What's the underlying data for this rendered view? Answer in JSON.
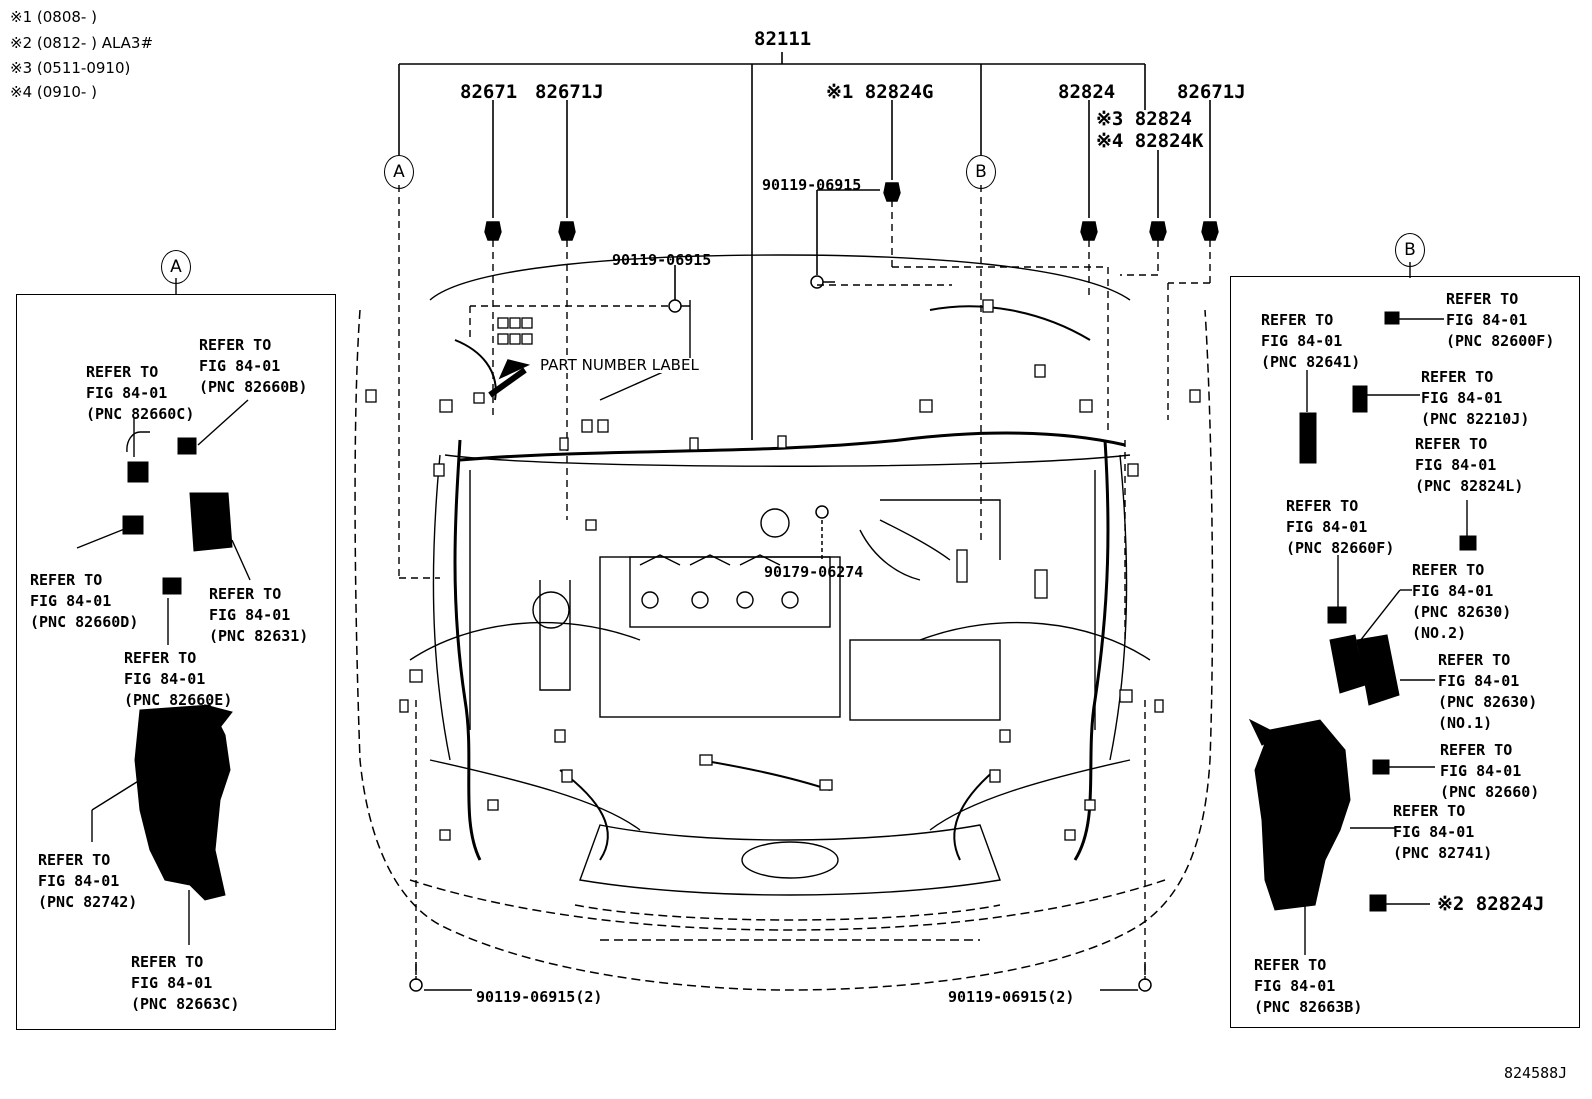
{
  "notes": [
    {
      "text": "※1 (0808-        )"
    },
    {
      "text": "※2 (0812-        ) ALA3#"
    },
    {
      "text": "※3 (0511-0910)"
    },
    {
      "text": "※4 (0910-        )"
    }
  ],
  "parts": {
    "main": "82111",
    "p1": "82671",
    "p2": "82671J",
    "p3": "※1 82824G",
    "p4": "82824",
    "p5": "82671J",
    "p6a": "※3 82824",
    "p6b": "※4 82824K",
    "bolt_top_a": "90119-06915",
    "bolt_top_b": "90119-06915",
    "bolt_engine": "90179-06274",
    "bolt_left": "90119-06915(2)",
    "bolt_right": "90119-06915(2)",
    "label_note": "PART NUMBER LABEL",
    "inset_b_bottom": "※2 82824J"
  },
  "callouts": {
    "a": "A",
    "b": "B"
  },
  "inset_a": {
    "ref1": "REFER TO\nFIG 84-01\n(PNC 82660C)",
    "ref2": "REFER TO\nFIG 84-01\n(PNC 82660B)",
    "ref3": "REFER TO\nFIG 84-01\n(PNC 82660D)",
    "ref4": "REFER TO\nFIG 84-01\n(PNC 82631)",
    "ref5": "REFER TO\nFIG 84-01\n(PNC 82660E)",
    "ref6": "REFER TO\nFIG 84-01\n(PNC 82742)",
    "ref7": "REFER TO\nFIG 84-01\n(PNC 82663C)"
  },
  "inset_b": {
    "ref1": "REFER TO\nFIG 84-01\n(PNC 82641)",
    "ref2": "REFER TO\nFIG 84-01\n(PNC 82600F)",
    "ref3": "REFER TO\nFIG 84-01\n(PNC 82210J)",
    "ref4": "REFER TO\nFIG 84-01\n(PNC 82824L)",
    "ref5": "REFER TO\nFIG 84-01\n(PNC 82660F)",
    "ref6": "REFER TO\nFIG 84-01\n(PNC 82630)\n(NO.2)",
    "ref7": "REFER TO\nFIG 84-01\n(PNC 82630)\n(NO.1)",
    "ref8": "REFER TO\nFIG 84-01\n(PNC 82660)",
    "ref9": "REFER TO\nFIG 84-01\n(PNC 82741)",
    "ref10": "REFER TO\nFIG 84-01\n(PNC 82663B)"
  },
  "figure_id": "824588J"
}
